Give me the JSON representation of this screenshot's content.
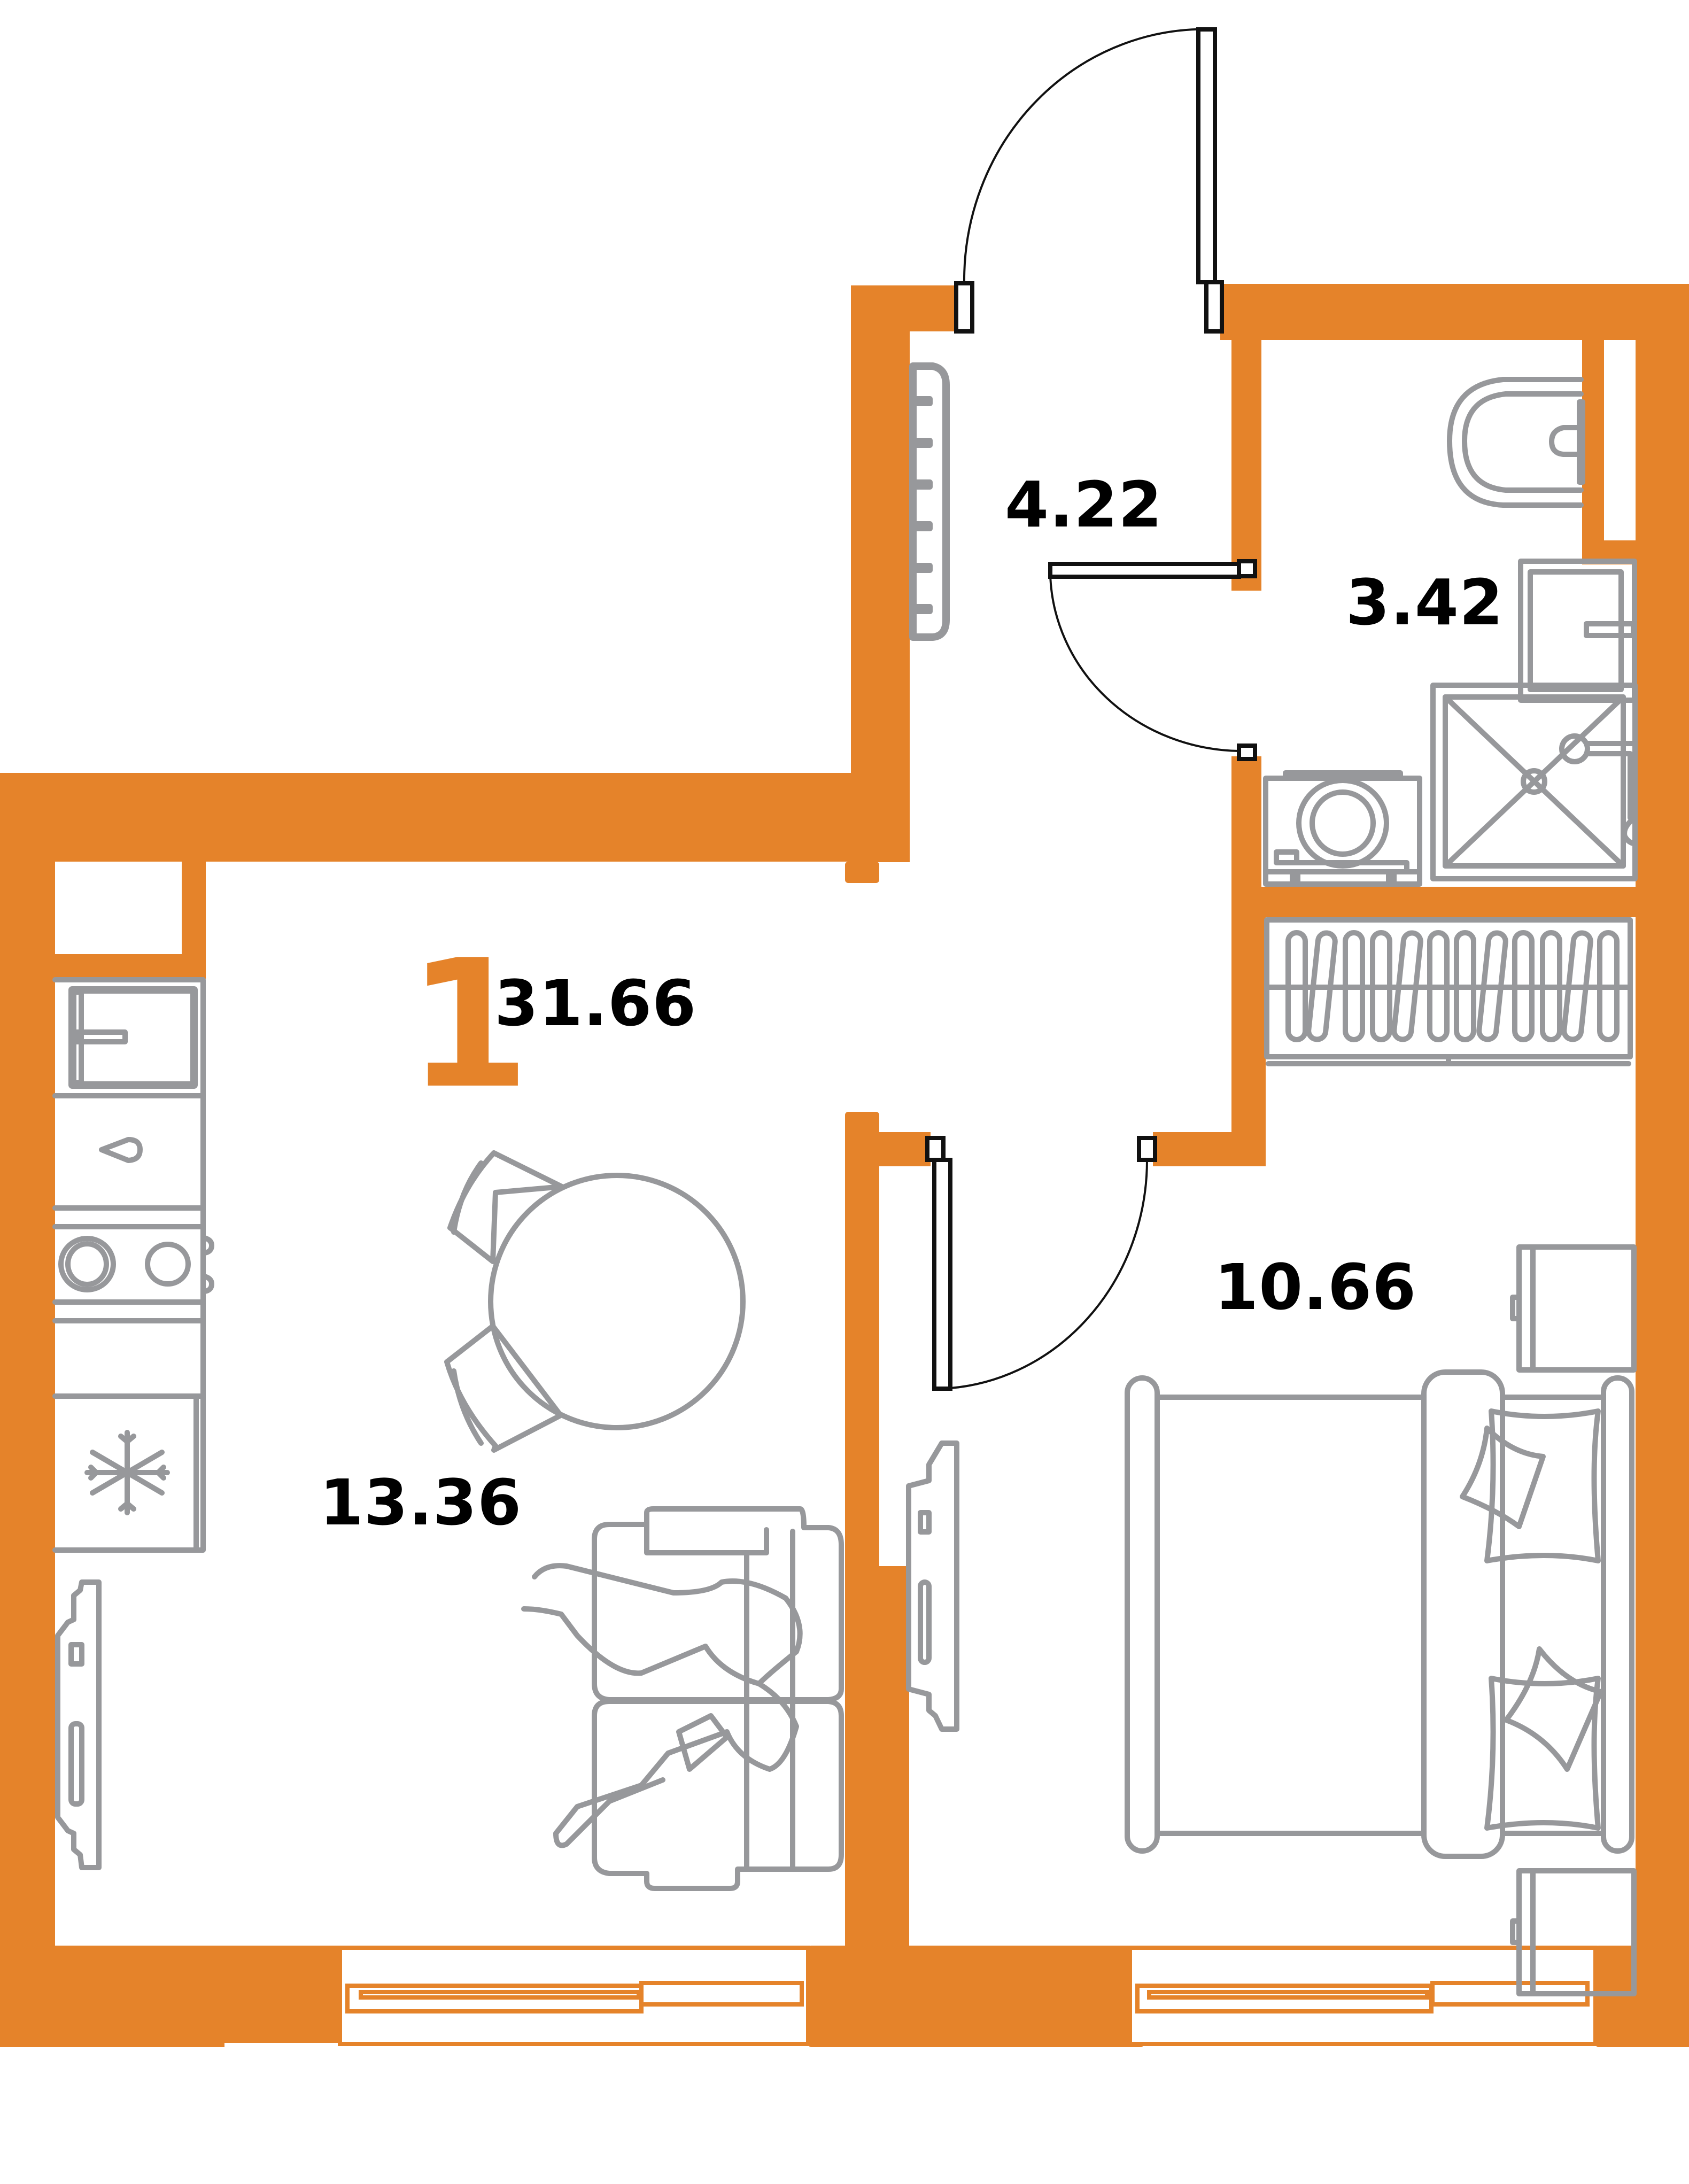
{
  "plan": {
    "type": "apartment-floor-plan",
    "rooms_count": "1",
    "total_area": "31.66",
    "colors": {
      "wall": "#E5832A",
      "furniture_stroke": "#97989B",
      "door_stroke": "#111111",
      "text": "#000000",
      "accent": "#E5832A"
    },
    "rooms": [
      {
        "id": "hallway",
        "name": "hallway",
        "area": "4.22"
      },
      {
        "id": "bathroom",
        "name": "bathroom",
        "area": "3.42"
      },
      {
        "id": "kitchen-living",
        "name": "kitchen-living room",
        "area": "13.36"
      },
      {
        "id": "bedroom",
        "name": "bedroom",
        "area": "10.66"
      }
    ],
    "furniture": [
      "wardrobe-hallway",
      "toilet",
      "sink",
      "shower",
      "washing-machine",
      "closet-with-hangers",
      "kitchen-sink",
      "stove",
      "fridge",
      "dining-table",
      "chair",
      "chair",
      "sofa-with-people",
      "tv",
      "double-bed",
      "nightstand",
      "nightstand",
      "tv-bedroom"
    ],
    "icons": [
      "snowflake-icon",
      "faucet-icon",
      "hob-icon"
    ]
  }
}
